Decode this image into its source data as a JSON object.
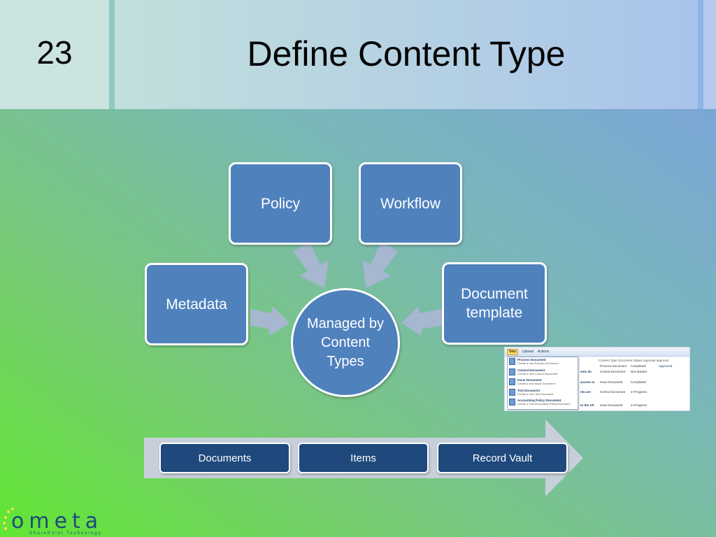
{
  "slide": {
    "number": "23",
    "title": "Define Content Type"
  },
  "diagram": {
    "policy": "Policy",
    "workflow": "Workflow",
    "metadata": "Metadata",
    "document_template": "Document template",
    "center": "Managed by Content Types"
  },
  "bottom_arrow": {
    "items": [
      "Documents",
      "Items",
      "Record Vault"
    ]
  },
  "screenshot": {
    "toolbar": {
      "new": "New",
      "upload": "Upload",
      "actions": "Actions"
    },
    "menu_items": [
      {
        "title": "Process Document",
        "subtitle": "Create a new Process Document"
      },
      {
        "title": "Control Document",
        "subtitle": "Create a new Control Document"
      },
      {
        "title": "Issue Document",
        "subtitle": "Create a new Issue Document"
      },
      {
        "title": "Test Document",
        "subtitle": "Create a new Test Document"
      },
      {
        "title": "Accounting Policy Document",
        "subtitle": "Create a new Accounting Policy Document"
      }
    ],
    "columns": "Content Type   Document Status   Approval   Approval",
    "rows": [
      {
        "name": "",
        "type": "Process Document",
        "status": "Completed",
        "approval": "Approved"
      },
      {
        "name": "ents do",
        "type": "Control Document",
        "status": "Not Started",
        "approval": ""
      },
      {
        "name": "access to",
        "type": "Issue Document",
        "status": "Completed",
        "approval": ""
      },
      {
        "name": "nts are",
        "type": "Control Document",
        "status": "In Progress",
        "approval": ""
      },
      {
        "name": "to the AP",
        "type": "Issue Document",
        "status": "In Progress",
        "approval": ""
      }
    ]
  },
  "logo": {
    "text": "ometa",
    "tagline": "SharePoint Technology"
  },
  "colors": {
    "box_fill": "#4f81bd",
    "pill_fill": "#1f497d",
    "arrow_fill": "#a6b7cf"
  }
}
